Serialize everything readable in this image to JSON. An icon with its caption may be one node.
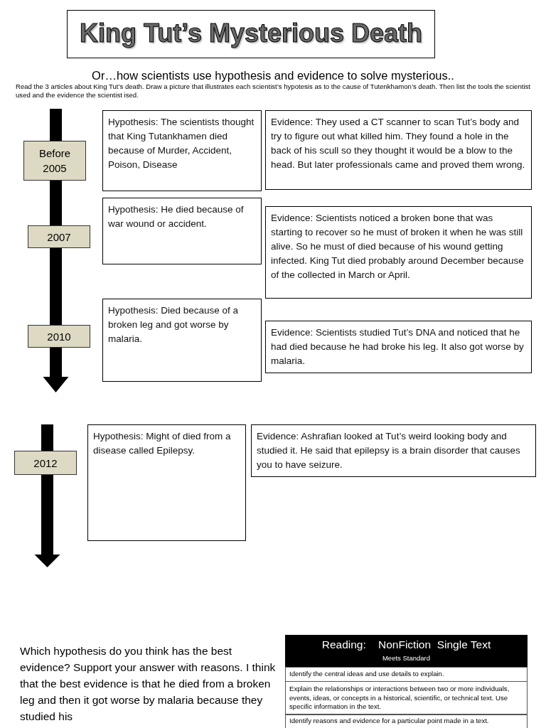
{
  "diagram": {
    "title": "King Tut’s Mysterious Death",
    "nodes": [
      {
        "text": [
          "Before 2005"
        ]
      },
      {
        "text": [
          "Hypothesis: The scientists thought that King Tutankhamen died because of Murder, Accident, Poison, Disease"
        ]
      },
      {
        "text": [
          "Evidence: They used a CT scanner to scan Tut’s body and try to figure out what killed him. They found a hole in the back of his scull so they thought it would be a blow to the head. But later professionals came and proved them wrong."
        ]
      },
      {
        "text": [
          "2007"
        ]
      },
      {
        "text": [
          "Hypothesis: He died because of war wound or accident."
        ]
      },
      {
        "text": [
          "Evidence: Scientists noticed a broken bone that was starting to recover so he must of broken it when he was still alive. So he must of died because of his wound getting infected. King Tut died probably around December because of the collected in March or April."
        ]
      },
      {
        "text": [
          "2010"
        ]
      },
      {
        "text": [
          "Hypothesis: Died because of a broken leg and got worse by malaria."
        ]
      },
      {
        "text": [
          "Evidence: Scientists studied Tut’s DNA and noticed that he had died because he had broke his leg. It also got worse by malaria."
        ]
      },
      {
        "text": [
          "2012"
        ]
      },
      {
        "text": [
          "Hypothesis: Might of died from a disease called Epilepsy."
        ]
      },
      {
        "text": [
          "Evidence: Ashrafian looked at Tut’s weird looking body and studied it. He said that epilepsy is a brain disorder that causes you to have seizure."
        ]
      }
    ],
    "edges": [],
    "labels": [
      "Or…how scientists use hypothesis and evidence to solve mysterious..",
      "Read the 3 articles about King Tut’s death.  Draw a picture that illustrates each scientist’s hypotesis as to the cause of Tutenkhamon’s death. Then list the tools the scientist used and the evidence the scientist ised.",
      "Which hypothesis do you think has the best evidence? Support your answer with reasons. I think that the best evidence is that he died from a broken leg and then it got worse by malaria because they studied his",
      "Reading:    NonFiction  Single Text",
      "Meets Standard",
      "Identify the central ideas and use details to explain.",
      "Explain the relationships or interactions between two or more individuals, events, ideas, or concepts in a historical, scientific, or technical text. Use specific information in the text.",
      "Identify reasons and evidence for a particular point made in a text."
    ]
  }
}
